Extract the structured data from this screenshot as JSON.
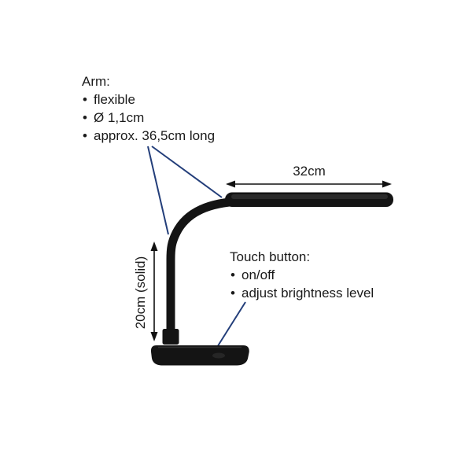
{
  "glyphs": {
    "bullet": "•"
  },
  "arm_note": {
    "title": "Arm:",
    "bullets": [
      "flexible",
      "Ø 1,1cm",
      "approx. 36,5cm long"
    ]
  },
  "touch_note": {
    "title": "Touch button:",
    "bullets": [
      "on/off",
      "adjust brightness level"
    ]
  },
  "dimensions": {
    "head_width": "32cm",
    "arm_height": "20cm (solid)"
  },
  "colors": {
    "annotation_line": "#233e7a",
    "dimension_line": "#111111",
    "lamp_dark": "#141414",
    "lamp_sheen": "#333333",
    "background": "#ffffff"
  }
}
